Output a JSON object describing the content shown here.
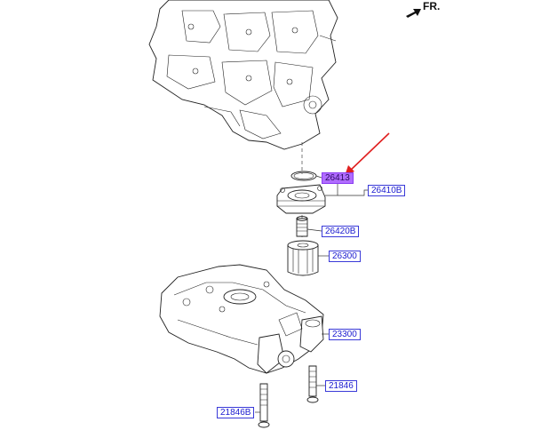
{
  "orientation": {
    "label": "FR.",
    "icon": "front-direction-arrow-icon"
  },
  "callouts": [
    {
      "id": "26413",
      "label": "26413",
      "highlighted": true
    },
    {
      "id": "26410B",
      "label": "26410B",
      "highlighted": false
    },
    {
      "id": "26420B",
      "label": "26420B",
      "highlighted": false
    },
    {
      "id": "26300",
      "label": "26300",
      "highlighted": false
    },
    {
      "id": "23300",
      "label": "23300",
      "highlighted": false
    },
    {
      "id": "21846",
      "label": "21846",
      "highlighted": false
    },
    {
      "id": "21846B",
      "label": "21846B",
      "highlighted": false
    }
  ],
  "colors": {
    "highlight": "#b06cff",
    "callout_text": "#1a1ad0",
    "pointer_arrow": "#e02020"
  }
}
